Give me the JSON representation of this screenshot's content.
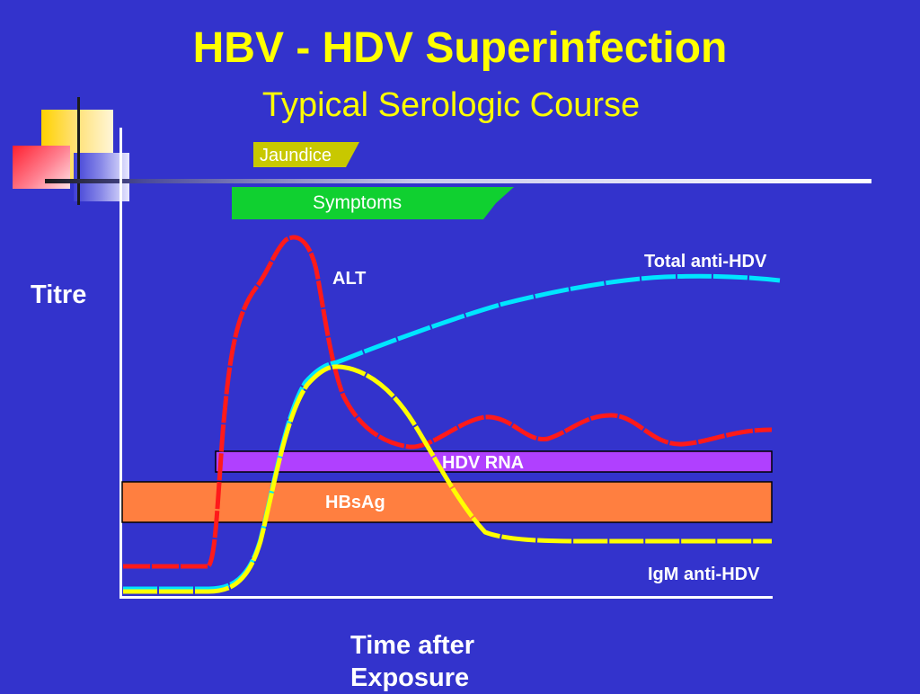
{
  "title": "HBV - HDV Superinfection",
  "subtitle": "Typical Serologic Course",
  "y_axis_label": "Titre",
  "x_axis_label_line1": "Time after",
  "x_axis_label_line2": "Exposure",
  "phases": {
    "jaundice": "Jaundice",
    "symptoms": "Symptoms"
  },
  "markers": {
    "hdv_rna": "HDV RNA",
    "hbsag": "HBsAg"
  },
  "curves": {
    "alt": "ALT",
    "total_anti_hdv": "Total anti-HDV",
    "igm_anti_hdv": "IgM anti-HDV"
  },
  "colors": {
    "background": "#3333cc",
    "title": "#ffff00",
    "alt": "#ff1a1a",
    "total_anti_hdv": "#00e5ff",
    "igm_anti_hdv": "#ffff00",
    "hdv_rna": "#b040ff",
    "hbsag": "#ff7f40",
    "jaundice": "#c8c800",
    "symptoms": "#10d030"
  }
}
